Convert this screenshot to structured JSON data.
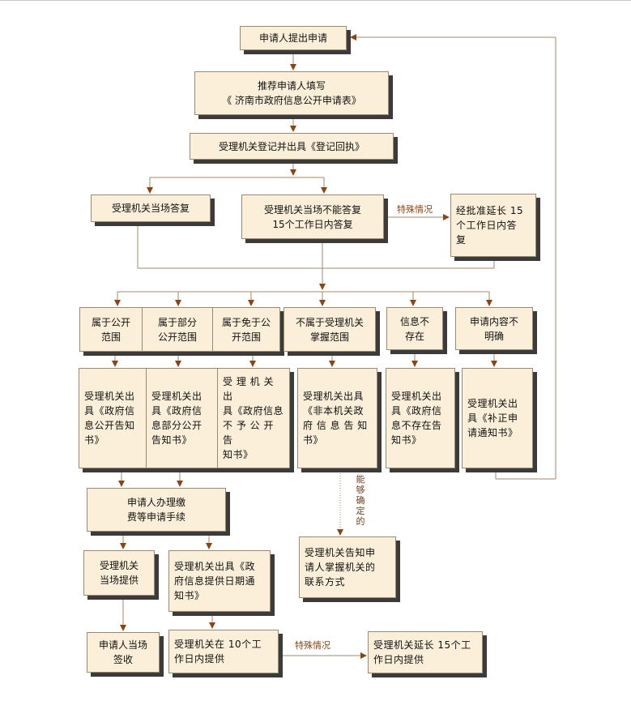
{
  "colors": {
    "box_fill": "#fbefd9",
    "box_border": "#9a8a70",
    "shadow": "#3b3b3b",
    "arrow": "#8b4513",
    "connector": "#a08a6a"
  },
  "nodes": {
    "apply": "申请人提出申请",
    "fill_form": "推荐申请人填写\n《 济南市政府信息公开申请表》",
    "register": "受理机关登记并出具《登记回执》",
    "answer_now": "受理机关当场答复",
    "answer_15days": "受理机关当场不能答复\n15个工作日内答复",
    "extend15": "经批准延长 15\n个工作日内答\n复",
    "public": "属于公开\n范围",
    "partial": "属于部分\n公开范围",
    "exempt": "属于免于公\n开范围",
    "not_held": "不属于受理机关\n掌握范围",
    "not_exist": "信息不\n存在",
    "unclear": "申请内容不\n明确",
    "notice_public": "受理机关出\n具《政府信\n息公开告知\n书》",
    "notice_partial": "受理机关出\n具《政府信\n息部分公开\n告知书》",
    "notice_exempt": "受 理 机 关 出\n具《政府信息\n不 予 公 开 告\n知书》",
    "notice_not_held": "受理机关出具\n《非本机关政\n府 信 息 告 知\n书》",
    "notice_not_exist": "受理机关出\n具《政府信\n息不存在告\n知书》",
    "notice_correct": "受理机关出\n具《补正申\n请通知书》",
    "fees": "申请人办理缴\n费等申请手续",
    "provide_now": "受理机关\n当场提供",
    "notice_date": "受理机关出具《政\n府信息提供日期通\n知书》",
    "inform_contact": "受理机关告知申\n请人掌握机关的\n联系方式",
    "sign": "申请人当场\n签收",
    "provide_10": "受理机关在 10个工\n作日内提供",
    "extend_provide": "受理机关延长 15个工\n作日内提供"
  },
  "edge_labels": {
    "special_1": "特殊情况",
    "special_2": "特殊情况",
    "can_determine": "能\n够\n确\n定\n的"
  }
}
